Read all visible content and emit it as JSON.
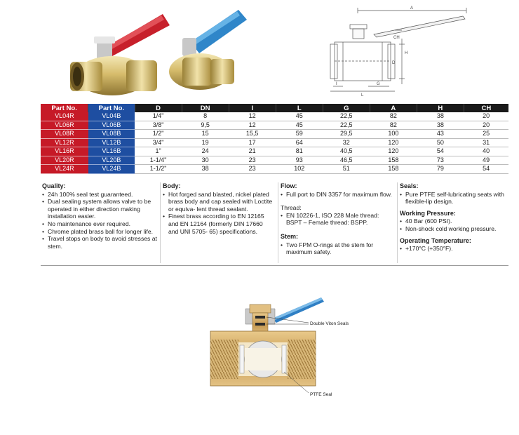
{
  "table": {
    "headers": [
      "Part No.",
      "Part No.",
      "D",
      "DN",
      "I",
      "L",
      "G",
      "A",
      "H",
      "CH"
    ],
    "rows": [
      [
        "VL04R",
        "VL04B",
        "1/4\"",
        "8",
        "12",
        "45",
        "22,5",
        "82",
        "38",
        "20"
      ],
      [
        "VL06R",
        "VL06B",
        "3/8\"",
        "9,5",
        "12",
        "45",
        "22,5",
        "82",
        "38",
        "20"
      ],
      [
        "VL08R",
        "VL08B",
        "1/2\"",
        "15",
        "15,5",
        "59",
        "29,5",
        "100",
        "43",
        "25"
      ],
      [
        "VL12R",
        "VL12B",
        "3/4\"",
        "19",
        "17",
        "64",
        "32",
        "120",
        "50",
        "31"
      ],
      [
        "VL16R",
        "VL16B",
        "1\"",
        "24",
        "21",
        "81",
        "40,5",
        "120",
        "54",
        "40"
      ],
      [
        "VL20R",
        "VL20B",
        "1-1/4\"",
        "30",
        "23",
        "93",
        "46,5",
        "158",
        "73",
        "49"
      ],
      [
        "VL24R",
        "VL24B",
        "1-1/2\"",
        "38",
        "23",
        "102",
        "51",
        "158",
        "79",
        "54"
      ]
    ]
  },
  "specs": {
    "quality": {
      "title": "Quality:",
      "items": [
        "24h 100% seal test guaranteed.",
        "Dual sealing system allows valve to be operated in either direction making installation easier.",
        "No maintenance ever required.",
        "Chrome plated brass ball for longer life.",
        "Travel stops on body to avoid stresses at stem."
      ]
    },
    "body": {
      "title": "Body:",
      "items": [
        "Hot forged sand blasted, nickel plated brass body and cap sealed with Loctite or equiva- lent thread sealant.",
        "Finest brass according to EN 12165 and EN 12164 (formerly DIN 17660 and UNI 5705- 65) specifications."
      ]
    },
    "flow": {
      "title": "Flow:",
      "items": [
        "Full port to DIN 3357 for maximum flow."
      ]
    },
    "thread": {
      "title": "Thread:",
      "items": [
        "EN 10226-1, ISO 228 Male thread:"
      ],
      "extra": "BSPT – Female thread: BSPP."
    },
    "stem": {
      "title": "Stem:",
      "items": [
        "Two FPM O-rings at the stem for maximum safety."
      ]
    },
    "seals": {
      "title": "Seals:",
      "items": [
        "Pure PTFE self-lubricating seats with flexible-lip design."
      ]
    },
    "pressure": {
      "title": "Working Pressure:",
      "items": [
        "40 Bar (600 PSI).",
        "Non-shock cold working pressure."
      ]
    },
    "temperature": {
      "title": "Operating Temperature:",
      "items": [
        "+170°C (+350°F)."
      ]
    }
  },
  "drawing": {
    "labels": {
      "a": "A",
      "ch": "CH",
      "h": "H",
      "d": "D",
      "i": "I",
      "g": "G",
      "l": "L"
    }
  },
  "cutaway": {
    "callout_top": "Double Viton Seals",
    "callout_bottom": "PTFE Seal"
  },
  "colors": {
    "red": "#c61a27",
    "blue": "#1e4ea1",
    "header": "#1a1a1a"
  }
}
